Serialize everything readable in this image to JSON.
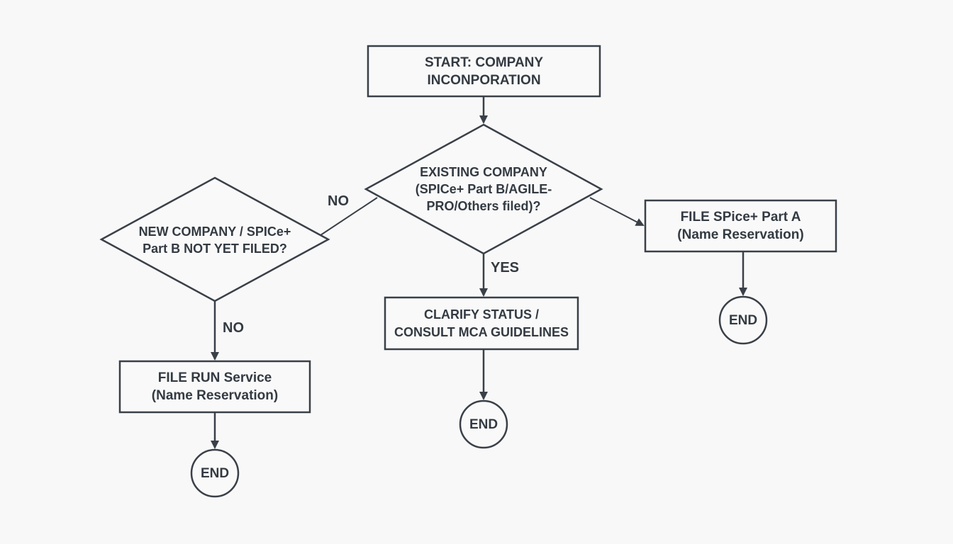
{
  "nodes": {
    "start": {
      "shape": "process",
      "lines": [
        "START: COMPANY",
        "INCONPORATION"
      ]
    },
    "existing_company": {
      "shape": "decision",
      "lines": [
        "EXISTING COMPANY",
        "(SPICe+ Part B/AGILE-",
        "PRO/Others filed)?"
      ]
    },
    "new_company": {
      "shape": "decision",
      "lines": [
        "NEW COMPANY / SPICe+",
        "Part B NOT YET FILED?"
      ]
    },
    "file_spice_part_a": {
      "shape": "process",
      "lines": [
        "FILE SPice+ Part A",
        "(Name Reservation)"
      ]
    },
    "clarify_status": {
      "shape": "process",
      "lines": [
        "CLARIFY STATUS /",
        "CONSULT MCA GUIDELINES"
      ]
    },
    "file_run_service": {
      "shape": "process",
      "lines": [
        "FILE RUN Service",
        "(Name Reservation)"
      ]
    },
    "end_right": {
      "shape": "terminator",
      "label": "END"
    },
    "end_center": {
      "shape": "terminator",
      "label": "END"
    },
    "end_left": {
      "shape": "terminator",
      "label": "END"
    }
  },
  "edges": [
    {
      "from": "start",
      "to": "existing_company",
      "label": ""
    },
    {
      "from": "existing_company",
      "to": "new_company",
      "label": "NO"
    },
    {
      "from": "existing_company",
      "to": "file_spice_part_a",
      "label": ""
    },
    {
      "from": "existing_company",
      "to": "clarify_status",
      "label": "YES"
    },
    {
      "from": "new_company",
      "to": "file_run_service",
      "label": "NO"
    },
    {
      "from": "file_spice_part_a",
      "to": "end_right",
      "label": ""
    },
    {
      "from": "clarify_status",
      "to": "end_center",
      "label": ""
    },
    {
      "from": "file_run_service",
      "to": "end_left",
      "label": ""
    }
  ],
  "colors": {
    "background": "#f8f8f8",
    "stroke": "#3a4048",
    "text": "#333a42",
    "shape_fill": "#f9f9f9"
  }
}
